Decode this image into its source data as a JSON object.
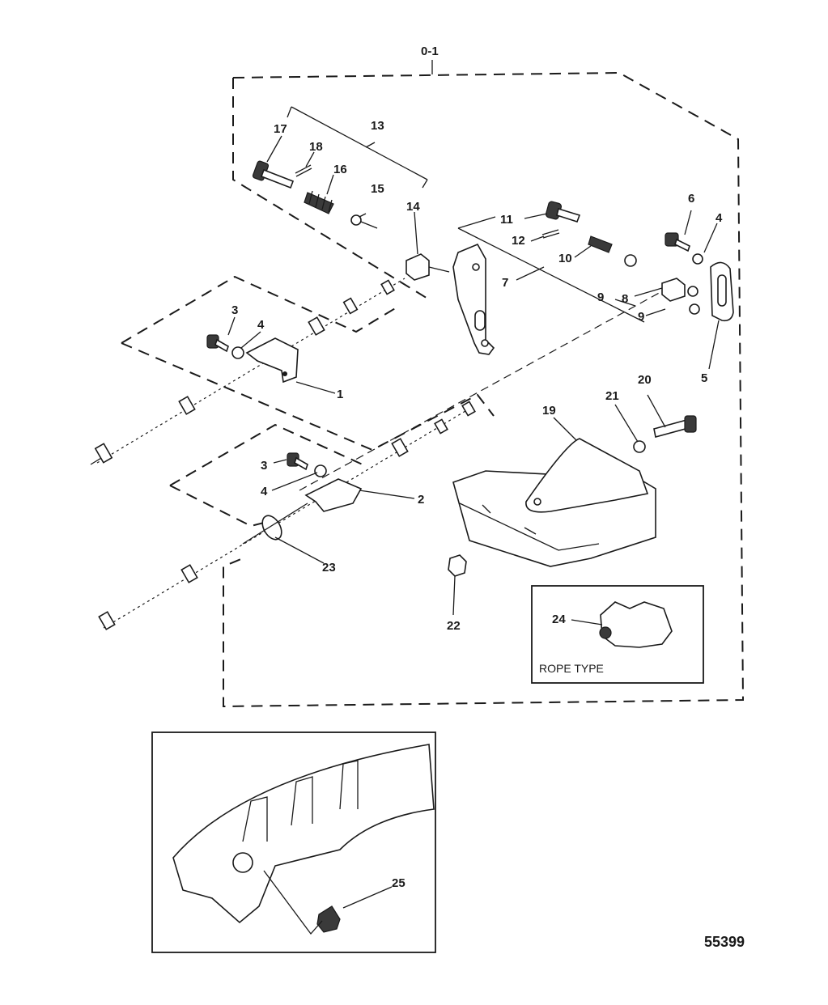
{
  "diagram": {
    "assembly_label": "0-1",
    "figure_number": "55399",
    "inset_caption": "ROPE TYPE",
    "callouts": {
      "c1": "1",
      "c2": "2",
      "c3a": "3",
      "c3b": "3",
      "c4a": "4",
      "c4b": "4",
      "c4c": "4",
      "c5": "5",
      "c6": "6",
      "c7": "7",
      "c8": "8",
      "c9a": "9",
      "c9b": "9",
      "c10": "10",
      "c11": "11",
      "c12": "12",
      "c13": "13",
      "c14": "14",
      "c15": "15",
      "c16": "16",
      "c17": "17",
      "c18": "18",
      "c19": "19",
      "c20": "20",
      "c21": "21",
      "c22": "22",
      "c23": "23",
      "c24": "24",
      "c25": "25"
    }
  }
}
